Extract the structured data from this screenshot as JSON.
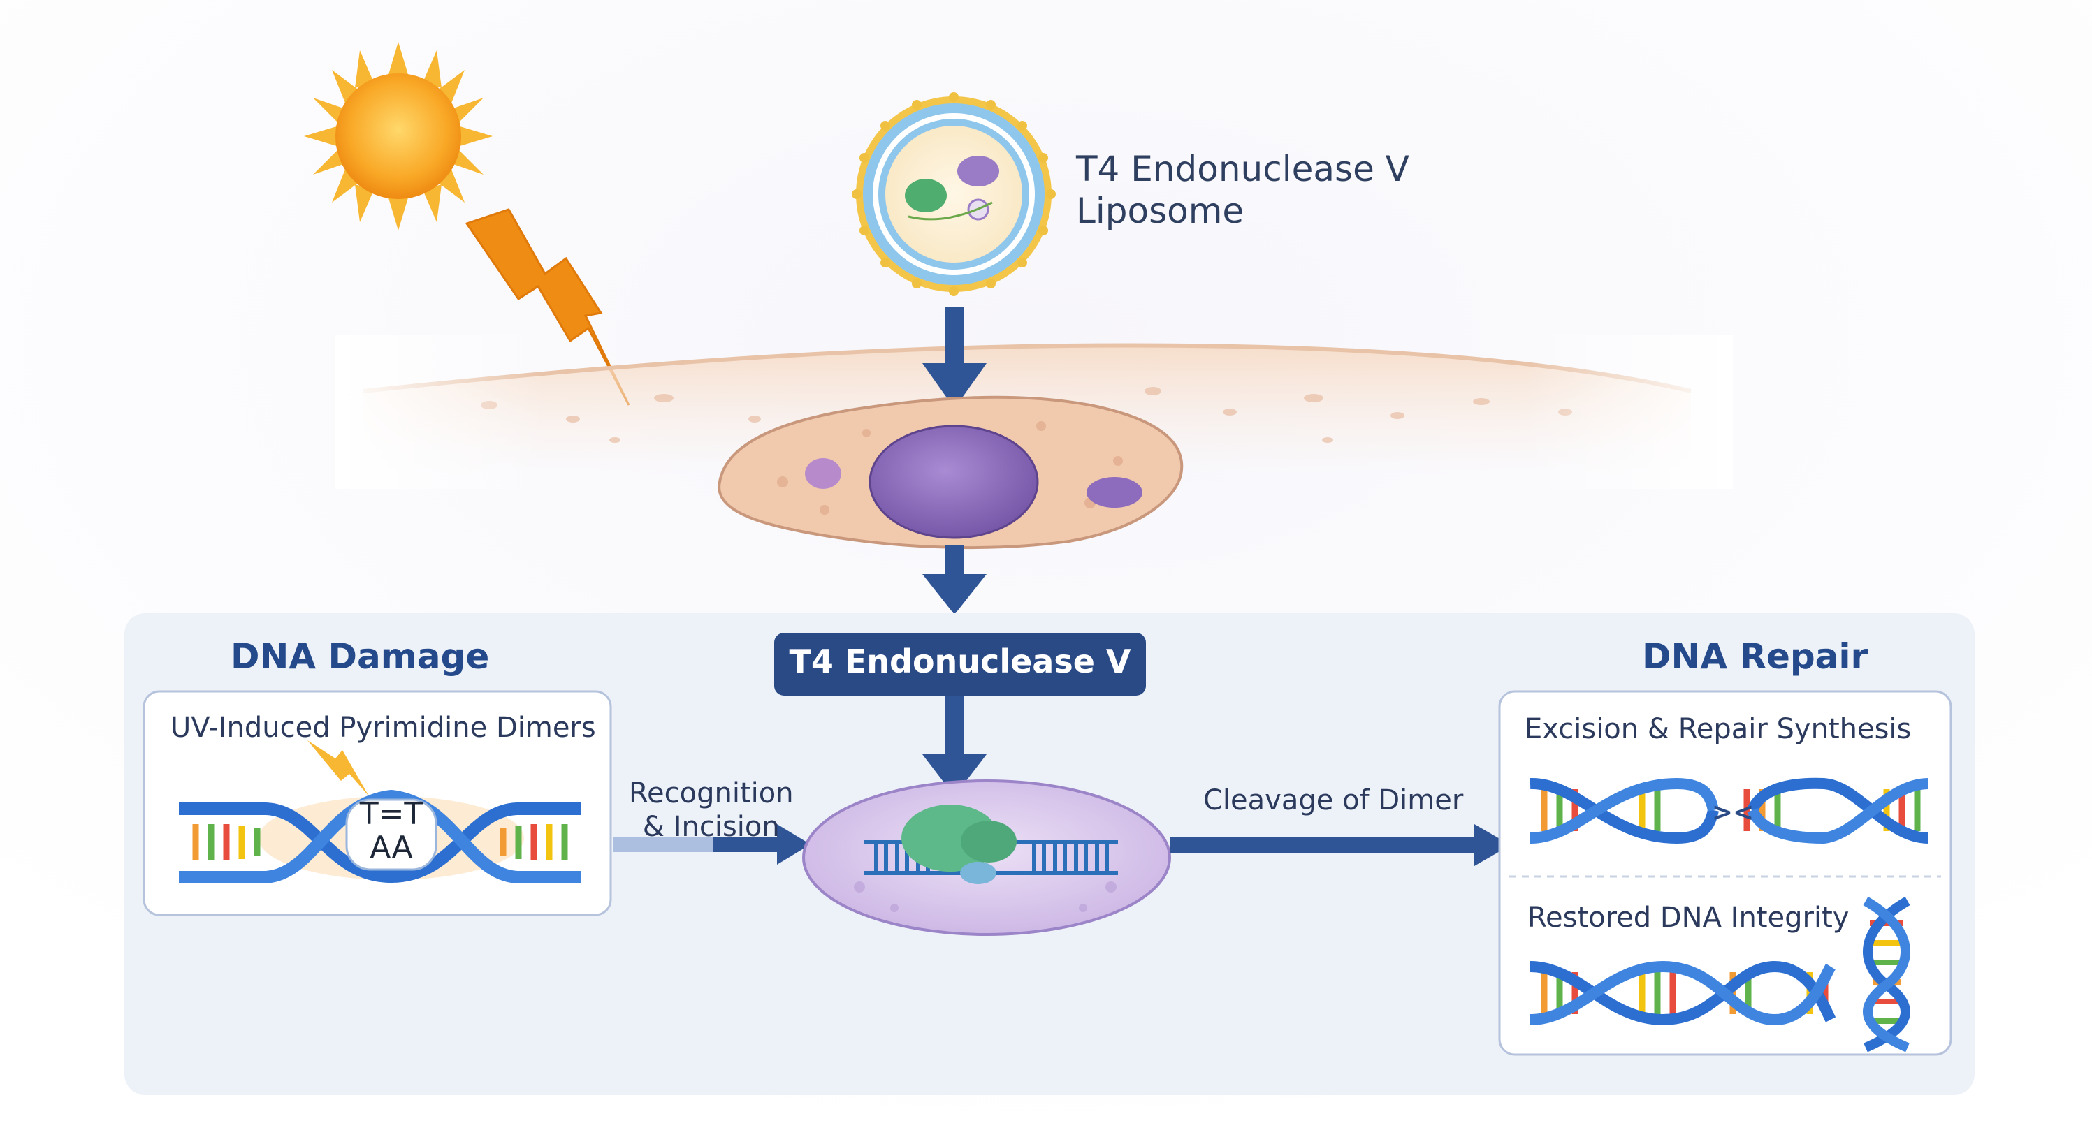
{
  "liposome": {
    "title_line1": "T4 Endonuclease V",
    "title_line2": "Liposome"
  },
  "enzyme_banner": {
    "label": "T4 Endonuclease V"
  },
  "dna_damage": {
    "heading": "DNA Damage",
    "card_title": "UV-Induced Pyrimidine Dimers",
    "dimer_top": "T=T",
    "dimer_bottom": "AA"
  },
  "steps": {
    "recognition_line1": "Recognition",
    "recognition_line2": "& Incision",
    "cleavage": "Cleavage of Dimer"
  },
  "dna_repair": {
    "heading": "DNA Repair",
    "excision_label": "Excision & Repair Synthesis",
    "restored_label": "Restored DNA Integrity"
  },
  "colors": {
    "arrow_blue": "#2f5597",
    "banner_navy": "#2a4a86",
    "sun_orange": "#f5a31a",
    "lightning_orange": "#e8860f",
    "cell_pink": "#f2c9ad",
    "nucleus_purple": "#8b6bb8",
    "panel_bg": "#edf1f8",
    "dna_strand_blue": "#2c6fd1"
  },
  "icons": [
    "sun-icon",
    "lightning-icon",
    "liposome-icon",
    "cell-icon",
    "dna-icon",
    "enzyme-icon"
  ]
}
